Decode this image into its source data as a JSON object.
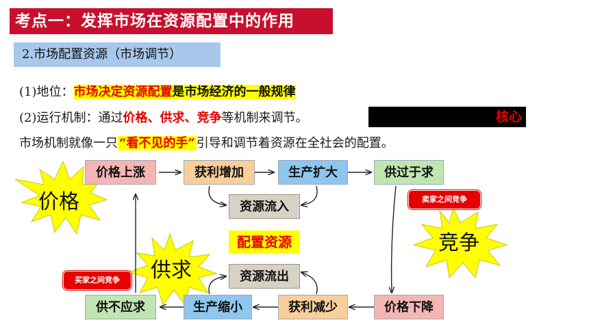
{
  "title": "考点一：发挥市场在资源配置中的作用",
  "subtitle": "2.市场配置资源（市场调节）",
  "line1": {
    "prefix": "(1)地位：",
    "highlight": "市场决定资源配置",
    "rest": "是市场经济的一般规律"
  },
  "line2": {
    "prefix": "(2)运行机制：通过",
    "t1": "价格",
    "s1": "、",
    "t2": "供求",
    "s2": "、",
    "t3": "竞争",
    "rest": "等机制来调节。",
    "core": "核心"
  },
  "line3": {
    "prefix": "市场机制就像一只",
    "quote": "“看不见的手”",
    "rest": "引导和调节着资源在全社会的配置。"
  },
  "diagram": {
    "price_up": "价格上涨",
    "profit_up": "获利增加",
    "prod_expand": "生产扩大",
    "supply_exceeds": "供过于求",
    "resource_in": "资源流入",
    "center": "配置资源",
    "resource_out": "资源流出",
    "short_supply": "供不应求",
    "prod_shrink": "生产缩小",
    "profit_down": "获利减少",
    "price_down": "价格下降",
    "seller_comp": "卖家之间竞争",
    "buyer_comp": "买家之间竞争",
    "burst_price": "价格",
    "burst_supply": "供求",
    "burst_comp": "竞争"
  },
  "colors": {
    "title_bg": "#c8102e",
    "subtitle_bg": "#a7c8ea",
    "highlight": "#ffff00",
    "accent_red": "#e60000",
    "burst": "#ffff00"
  }
}
